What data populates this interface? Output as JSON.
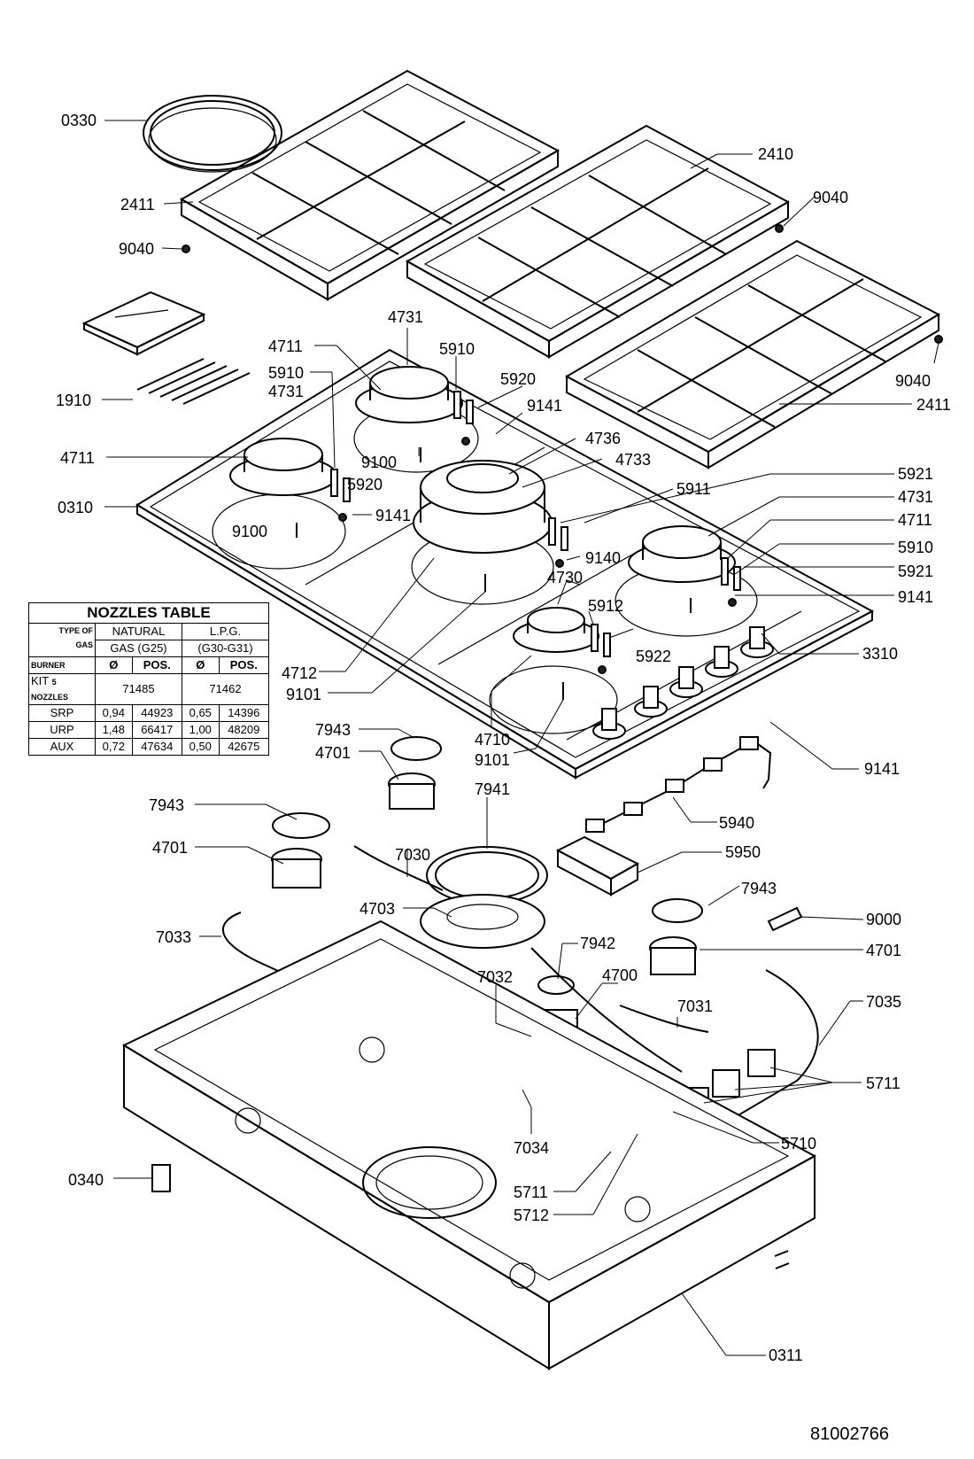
{
  "labels": {
    "l0330": "0330",
    "l2411a": "2411",
    "l9040a": "9040",
    "l2410": "2410",
    "l9040b": "9040",
    "l9040c": "9040",
    "l2411b": "2411",
    "l4731a": "4731",
    "l4711a": "4711",
    "l5910a": "5910",
    "l5920a": "5920",
    "l5910b": "5910",
    "l4731b": "4731",
    "l1910": "1910",
    "l9141a": "9141",
    "l4711b": "4711",
    "l4736": "4736",
    "l9100a": "9100",
    "l4733": "4733",
    "l5920b": "5920",
    "l5921a": "5921",
    "l0310": "0310",
    "l5911": "5911",
    "l9141b": "9141",
    "l4731c": "4731",
    "l9100b": "9100",
    "l4711c": "4711",
    "l5910c": "5910",
    "l9140": "9140",
    "l5921b": "5921",
    "l4730": "4730",
    "l9141c": "9141",
    "l5912": "5912",
    "l5922": "5922",
    "l3310": "3310",
    "l4712": "4712",
    "l9101a": "9101",
    "l4710": "4710",
    "l9101b": "9101",
    "l7943a": "7943",
    "l4701a": "4701",
    "l9141d": "9141",
    "l7941": "7941",
    "l7943b": "7943",
    "l5940": "5940",
    "l4701b": "4701",
    "l7030": "7030",
    "l5950": "5950",
    "l7943c": "7943",
    "l4703": "4703",
    "l9000": "9000",
    "l7033": "7033",
    "l7942": "7942",
    "l4701c": "4701",
    "l4700": "4700",
    "l7032": "7032",
    "l7035": "7035",
    "l7031": "7031",
    "l5711a": "5711",
    "l5710": "5710",
    "l7034": "7034",
    "l0340": "0340",
    "l5711b": "5711",
    "l5712": "5712",
    "l0311": "0311"
  },
  "nozzles_table": {
    "title": "NOZZLES TABLE",
    "type_of": "TYPE OF",
    "gas": "GAS",
    "burner": "BURNER",
    "natural": "NATURAL",
    "natural_sub": "GAS (G25)",
    "lpg": "L.P.G.",
    "lpg_sub": "(G30-G31)",
    "diam": "Ø",
    "pos": "POS.",
    "kit": "KIT",
    "kit_sub": "5 NOZZLES",
    "kit_natural": "71485",
    "kit_lpg": "71462",
    "rows": [
      {
        "burner": "SRP",
        "nat_d": "0,94",
        "nat_pos": "44923",
        "lpg_d": "0,65",
        "lpg_pos": "14396"
      },
      {
        "burner": "URP",
        "nat_d": "1,48",
        "nat_pos": "66417",
        "lpg_d": "1,00",
        "lpg_pos": "48209"
      },
      {
        "burner": "AUX",
        "nat_d": "0,72",
        "nat_pos": "47634",
        "lpg_d": "0,50",
        "lpg_pos": "42675"
      }
    ]
  },
  "drawing_code": "81002766"
}
